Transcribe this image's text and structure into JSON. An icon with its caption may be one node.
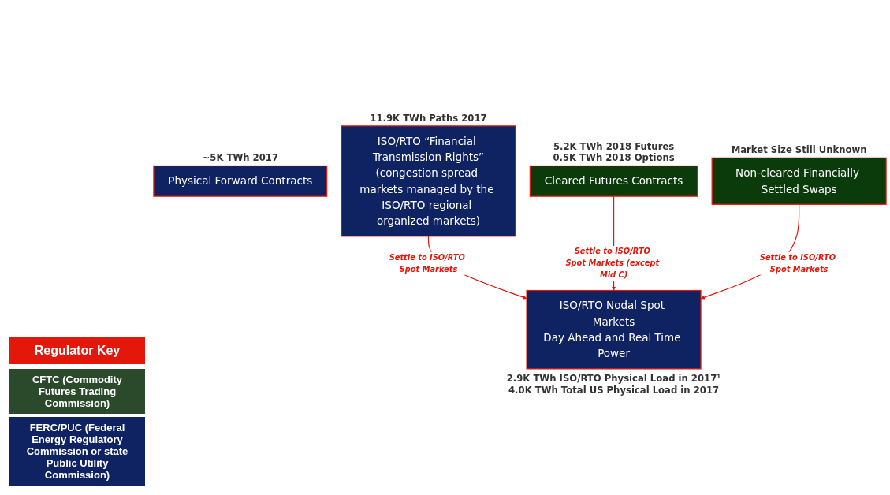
{
  "diagram": {
    "nodes": [
      {
        "text": [
          "Physical Forward Contracts"
        ],
        "beside": [
          "~5K TWh 2017"
        ]
      },
      {
        "text": [
          "ISO/RTO “Financial Transmission Rights”",
          "(congestion spread markets managed by the ISO/RTO regional organized markets)"
        ],
        "beside": [
          "11.9K TWh Paths 2017"
        ]
      },
      {
        "text": [
          "Cleared Futures Contracts"
        ],
        "beside": [
          "5.2K TWh 2018 Futures",
          "0.5K TWh 2018 Options"
        ]
      },
      {
        "text": [
          "Non-cleared Financially Settled Swaps"
        ],
        "beside": [
          "Market Size Still Unknown"
        ]
      },
      {
        "text": [
          "ISO/RTO Nodal Spot Markets",
          "Day Ahead and Real Time Power"
        ],
        "beside": [
          "2.9K TWh ISO/RTO Physical Load in 2017¹",
          "4.0K TWh Total US Physical Load in 2017"
        ]
      }
    ],
    "edges": [
      {
        "from": 1,
        "to": 4,
        "arrow": "to",
        "label": "Settle to ISO/RTO Spot Markets"
      },
      {
        "from": 2,
        "to": 4,
        "arrow": "to",
        "label": "Settle to ISO/RTO Spot Markets (except Mid C)"
      },
      {
        "from": 3,
        "to": 4,
        "arrow": "to",
        "label": "Settle to ISO/RTO Spot Markets"
      }
    ],
    "labels": [
      "Regulator Key"
    ],
    "legend": [
      {
        "text": "CFTC (Commodity Futures Trading Commission)",
        "color": "#2b4a2b"
      },
      {
        "text": "FERC/PUC (Federal Energy Regulatory Commission or state Public Utility Commission)",
        "color": "#0f2262"
      }
    ]
  }
}
